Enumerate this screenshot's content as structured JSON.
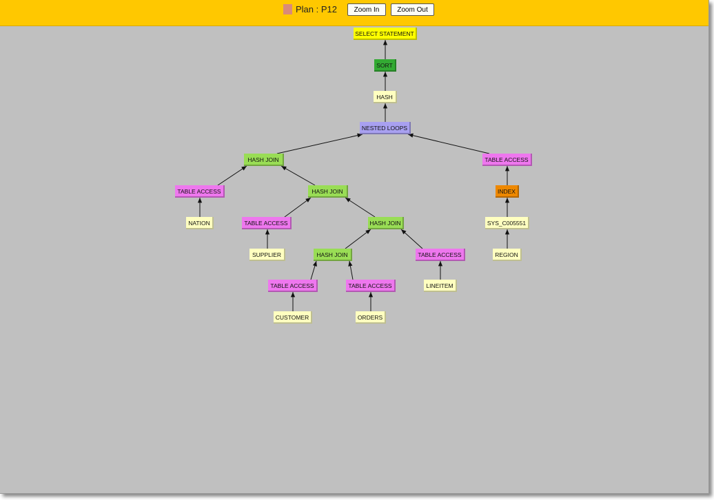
{
  "toolbar": {
    "plan_label": "Plan : P12",
    "zoom_in": "Zoom In",
    "zoom_out": "Zoom Out",
    "swatch_color": "#d98a7a"
  },
  "colors": {
    "select": "#ffff00",
    "sort": "#33aa33",
    "hash": "#ffffc0",
    "nested": "#a8a0f0",
    "join": "#99dd55",
    "table": "#ee77ee",
    "index": "#ee8800",
    "object": "#ffffc0"
  },
  "nodes": [
    {
      "id": "select",
      "label": "SELECT STATEMENT",
      "type": "select"
    },
    {
      "id": "sort",
      "label": "SORT",
      "type": "sort",
      "parent": "select"
    },
    {
      "id": "hash",
      "label": "HASH",
      "type": "hash",
      "parent": "sort"
    },
    {
      "id": "nested",
      "label": "NESTED LOOPS",
      "type": "nested",
      "parent": "hash"
    },
    {
      "id": "hj1",
      "label": "HASH JOIN",
      "type": "join",
      "parent": "nested"
    },
    {
      "id": "ta_r",
      "label": "TABLE ACCESS",
      "type": "table",
      "parent": "nested"
    },
    {
      "id": "ta_n",
      "label": "TABLE ACCESS",
      "type": "table",
      "parent": "hj1"
    },
    {
      "id": "hj2",
      "label": "HASH JOIN",
      "type": "join",
      "parent": "hj1"
    },
    {
      "id": "index",
      "label": "INDEX",
      "type": "index",
      "parent": "ta_r"
    },
    {
      "id": "nation",
      "label": "NATION",
      "type": "object",
      "parent": "ta_n"
    },
    {
      "id": "ta_s",
      "label": "TABLE ACCESS",
      "type": "table",
      "parent": "hj2"
    },
    {
      "id": "hj3",
      "label": "HASH JOIN",
      "type": "join",
      "parent": "hj2"
    },
    {
      "id": "sys",
      "label": "SYS_C005551",
      "type": "object",
      "parent": "index"
    },
    {
      "id": "supplier",
      "label": "SUPPLIER",
      "type": "object",
      "parent": "ta_s"
    },
    {
      "id": "hj4",
      "label": "HASH JOIN",
      "type": "join",
      "parent": "hj3"
    },
    {
      "id": "ta_l",
      "label": "TABLE ACCESS",
      "type": "table",
      "parent": "hj3"
    },
    {
      "id": "region",
      "label": "REGION",
      "type": "object",
      "parent": "sys"
    },
    {
      "id": "ta_c",
      "label": "TABLE ACCESS",
      "type": "table",
      "parent": "hj4"
    },
    {
      "id": "ta_o",
      "label": "TABLE ACCESS",
      "type": "table",
      "parent": "hj4"
    },
    {
      "id": "lineitem",
      "label": "LINEITEM",
      "type": "object",
      "parent": "ta_l"
    },
    {
      "id": "customer",
      "label": "CUSTOMER",
      "type": "object",
      "parent": "ta_c"
    },
    {
      "id": "orders",
      "label": "ORDERS",
      "type": "object",
      "parent": "ta_o"
    }
  ]
}
